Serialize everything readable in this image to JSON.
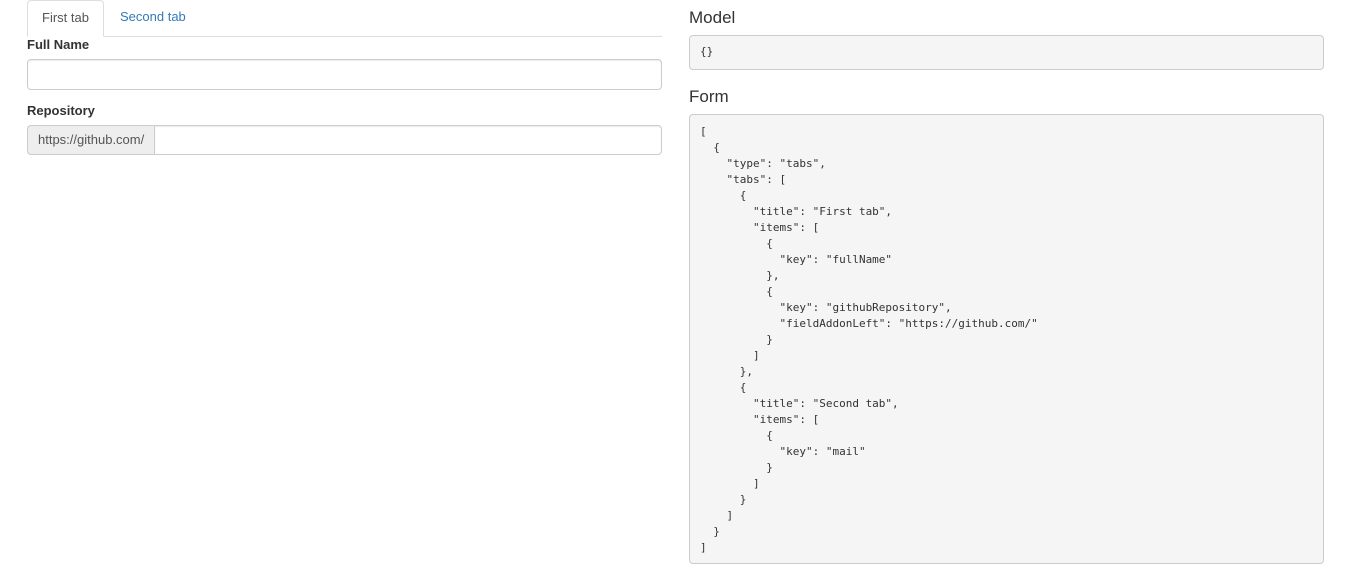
{
  "tabs": [
    {
      "label": "First tab",
      "active": true
    },
    {
      "label": "Second tab",
      "active": false
    }
  ],
  "fields": {
    "full_name": {
      "label": "Full Name",
      "value": ""
    },
    "repository": {
      "label": "Repository",
      "addon": "https://github.com/",
      "value": ""
    }
  },
  "model": {
    "title": "Model",
    "json": "{}"
  },
  "form": {
    "title": "Form",
    "json": "[\n  {\n    \"type\": \"tabs\",\n    \"tabs\": [\n      {\n        \"title\": \"First tab\",\n        \"items\": [\n          {\n            \"key\": \"fullName\"\n          },\n          {\n            \"key\": \"githubRepository\",\n            \"fieldAddonLeft\": \"https://github.com/\"\n          }\n        ]\n      },\n      {\n        \"title\": \"Second tab\",\n        \"items\": [\n          {\n            \"key\": \"mail\"\n          }\n        ]\n      }\n    ]\n  }\n]"
  },
  "colors": {
    "link": "#337ab7",
    "border": "#cccccc",
    "pre_background": "#f5f5f5",
    "addon_background": "#eeeeee"
  }
}
